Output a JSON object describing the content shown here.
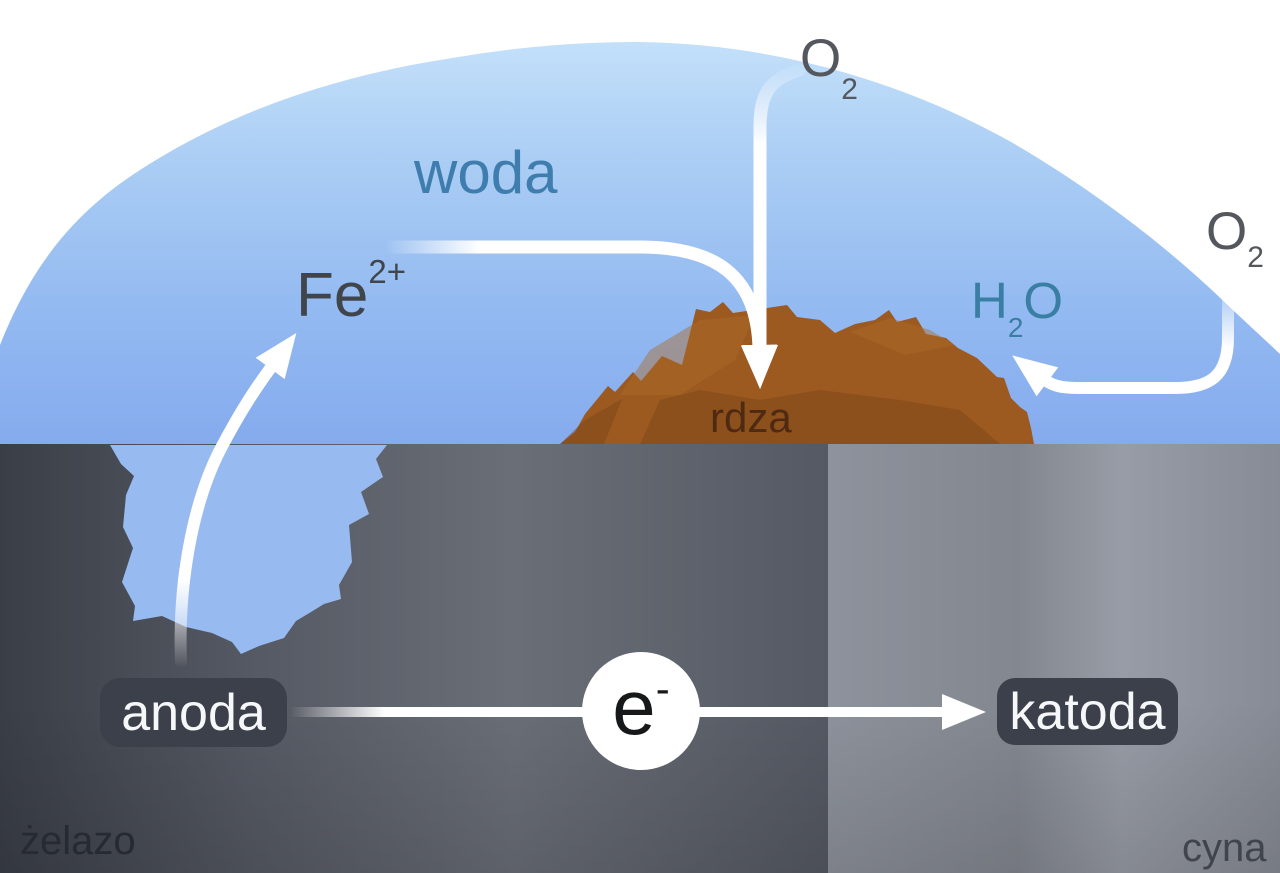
{
  "labels": {
    "water": "woda",
    "fe_ion": {
      "base": "Fe",
      "sup": "2+"
    },
    "oxygen_top": {
      "base": "O",
      "sub": "2"
    },
    "oxygen_right": {
      "base": "O",
      "sub": "2"
    },
    "h2o": {
      "h": "H",
      "sub": "2",
      "o": "O"
    },
    "rust": "rdza",
    "anode": "anoda",
    "cathode": "katoda",
    "electron": {
      "base": "e",
      "sup": "-"
    },
    "iron": "żelazo",
    "tin": "cyna"
  },
  "colors": {
    "background": "#ffffff",
    "water_top": "#c3e0fa",
    "water_mid": "#a9ccf4",
    "water_deep": "#93baf1",
    "water_bottom": "#85abee",
    "pit_water": "#97bbf0",
    "iron_dark": "#3a3e47",
    "iron_mid": "#555963",
    "iron_light": "#6a6e77",
    "tin_mid": "#8e929c",
    "tin_shadow": "#83878f",
    "tin_light": "#989ca6",
    "tin_edge": "#878b95",
    "rust_main": "#9c5a21",
    "rust_dark": "#7c4518",
    "rust_light": "#ae6a29",
    "arrow": "#ffffff",
    "label_box": "#3b404a",
    "label_text": "#f6f7f9",
    "water_label": "#3e7dae",
    "h2o_label": "#3a7fa3",
    "o2_label": "#54585e",
    "fe_label": "#40454c",
    "rust_label": "#4f2a12",
    "iron_label": "#262a32",
    "tin_label": "#40444d",
    "electron": "#17181a"
  }
}
